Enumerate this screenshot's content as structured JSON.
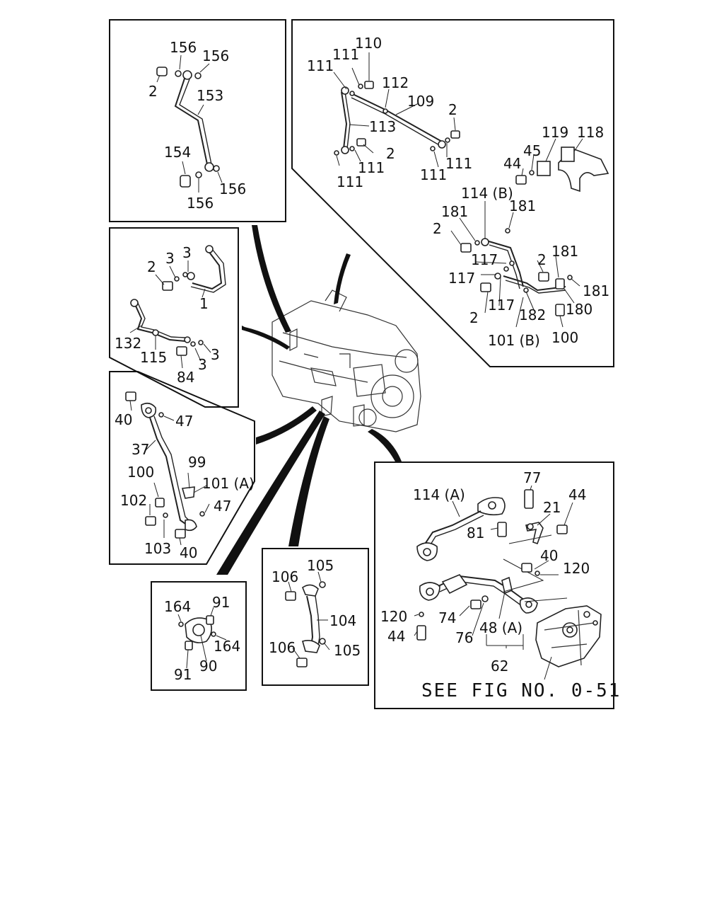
{
  "diagram": {
    "reference_note": "SEE FIG NO. 0-51",
    "labels": {
      "p156a": "156",
      "p156b": "156",
      "p2a": "2",
      "p153": "153",
      "p154": "154",
      "p156c": "156",
      "p156d": "156",
      "p110": "110",
      "p111a": "111",
      "p111b": "111",
      "p112": "112",
      "p109": "109",
      "p113": "113",
      "p2b": "2",
      "p2c": "2",
      "p111c": "111",
      "p111d": "111",
      "p111e": "111",
      "p111f": "111",
      "p119": "119",
      "p118": "118",
      "p45": "45",
      "p44a": "44",
      "p114b": "114 (B)",
      "p181a": "181",
      "p181b": "181",
      "p2d": "2",
      "p117a": "117",
      "p117b": "117",
      "p2e": "2",
      "p181c": "181",
      "p181d": "181",
      "p2f": "2",
      "p117c": "117",
      "p182": "182",
      "p180": "180",
      "p101b": "101 (B)",
      "p100a": "100",
      "p2g": "2",
      "p3a": "3",
      "p3b": "3",
      "p1": "1",
      "p132": "132",
      "p115": "115",
      "p3c": "3",
      "p3d": "3",
      "p84": "84",
      "p40a": "40",
      "p47a": "47",
      "p37": "37",
      "p100b": "100",
      "p99": "99",
      "p101a": "101 (A)",
      "p102": "102",
      "p47b": "47",
      "p103": "103",
      "p40b": "40",
      "p77": "77",
      "p114a": "114 (A)",
      "p21": "21",
      "p44b": "44",
      "p81": "81",
      "p40c": "40",
      "p120a": "120",
      "p120b": "120",
      "p74": "74",
      "p76": "76",
      "p48a": "48 (A)",
      "p44c": "44",
      "p62": "62",
      "p106a": "106",
      "p105a": "105",
      "p104": "104",
      "p106b": "106",
      "p105b": "105",
      "p164a": "164",
      "p91a": "91",
      "p164b": "164",
      "p91b": "91",
      "p90": "90"
    }
  }
}
